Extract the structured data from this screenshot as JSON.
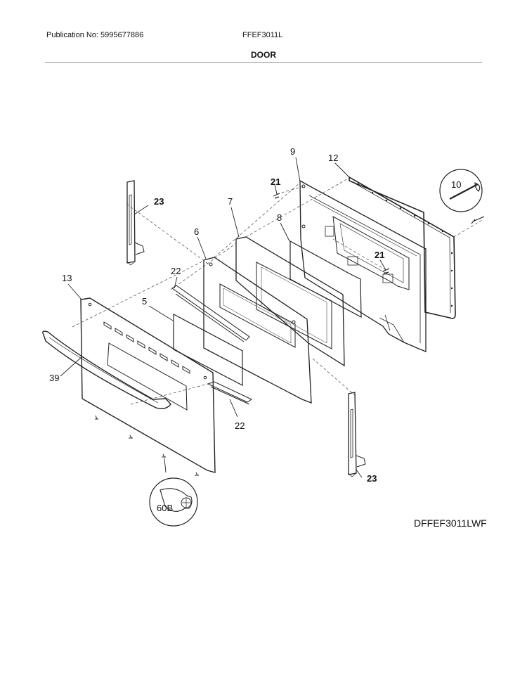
{
  "header": {
    "publication": "Publication No: 5995677886",
    "model": "FFEF3011L",
    "title": "DOOR"
  },
  "callouts": {
    "c9": "9",
    "c12": "12",
    "c21a": "21",
    "c10": "10",
    "c23a": "23",
    "c7": "7",
    "c8": "8",
    "c6": "6",
    "c21b": "21",
    "c22a": "22",
    "c13": "13",
    "c5": "5",
    "c39": "39",
    "c22b": "22",
    "c23b": "23",
    "c60b": "60B"
  },
  "footer": {
    "drawing_code": "DFFEF3011LWF"
  }
}
